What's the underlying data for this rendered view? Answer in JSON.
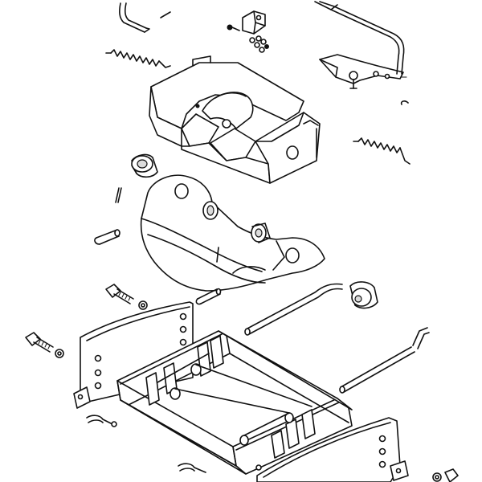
{
  "diagram": {
    "type": "exploded-assembly",
    "colors": {
      "stroke": "#111111",
      "background": "#ffffff",
      "shade": "#dcdcdc"
    },
    "parts": [
      {
        "name": "release-handle-rod",
        "icon": "bent-rod"
      },
      {
        "name": "roll-pin-top",
        "icon": "pin"
      },
      {
        "name": "latch-linkage-rod",
        "icon": "rod-linkage"
      },
      {
        "name": "lock-bracket",
        "icon": "bracket"
      },
      {
        "name": "small-hardware-set",
        "icon": "nuts"
      },
      {
        "name": "spring-upper-left",
        "icon": "coil-spring"
      },
      {
        "name": "top-plate",
        "icon": "fifth-wheel-plate"
      },
      {
        "name": "retaining-clip",
        "icon": "clip"
      },
      {
        "name": "spring-right",
        "icon": "coil-spring"
      },
      {
        "name": "rubber-bushing-left",
        "icon": "bushing"
      },
      {
        "name": "cotter-pin-left",
        "icon": "pin"
      },
      {
        "name": "rocker-saddle",
        "icon": "saddle-bracket"
      },
      {
        "name": "pivot-pin",
        "icon": "pin"
      },
      {
        "name": "bushing-center",
        "icon": "bushing"
      },
      {
        "name": "bolt-upper",
        "icon": "bolt"
      },
      {
        "name": "spacer-pin",
        "icon": "pin"
      },
      {
        "name": "bent-rod-middle",
        "icon": "bent-rod"
      },
      {
        "name": "bushing-right",
        "icon": "bushing"
      },
      {
        "name": "threaded-rod",
        "icon": "rod"
      },
      {
        "name": "mounting-plate-left",
        "icon": "side-plate"
      },
      {
        "name": "bolt-lower",
        "icon": "bolt"
      },
      {
        "name": "base-frame",
        "icon": "frame"
      },
      {
        "name": "l-rod-right",
        "icon": "bent-rod"
      },
      {
        "name": "hitch-pin-clip",
        "icon": "clip"
      },
      {
        "name": "mounting-plate-right",
        "icon": "side-plate"
      },
      {
        "name": "nut-washer-bottom",
        "icon": "nuts"
      }
    ]
  }
}
